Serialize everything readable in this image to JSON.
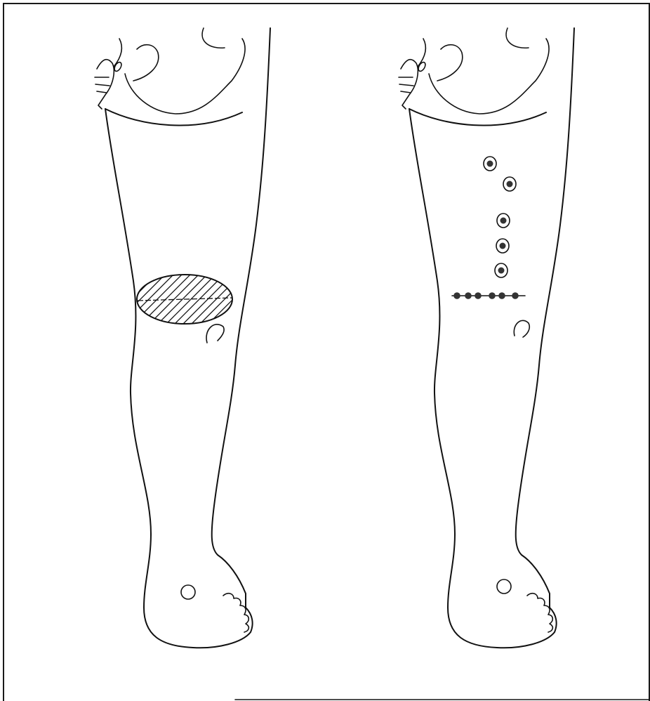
{
  "figure": {
    "panels": [
      {
        "id": "left",
        "content": "hatched-lesion"
      },
      {
        "id": "right",
        "content": "marked-points"
      }
    ],
    "colors": {
      "line": "#111111",
      "background": "#ffffff",
      "dot": "#333333"
    },
    "icons": [
      "leg-outline",
      "hatched-area",
      "point-marker",
      "dot-line"
    ]
  }
}
